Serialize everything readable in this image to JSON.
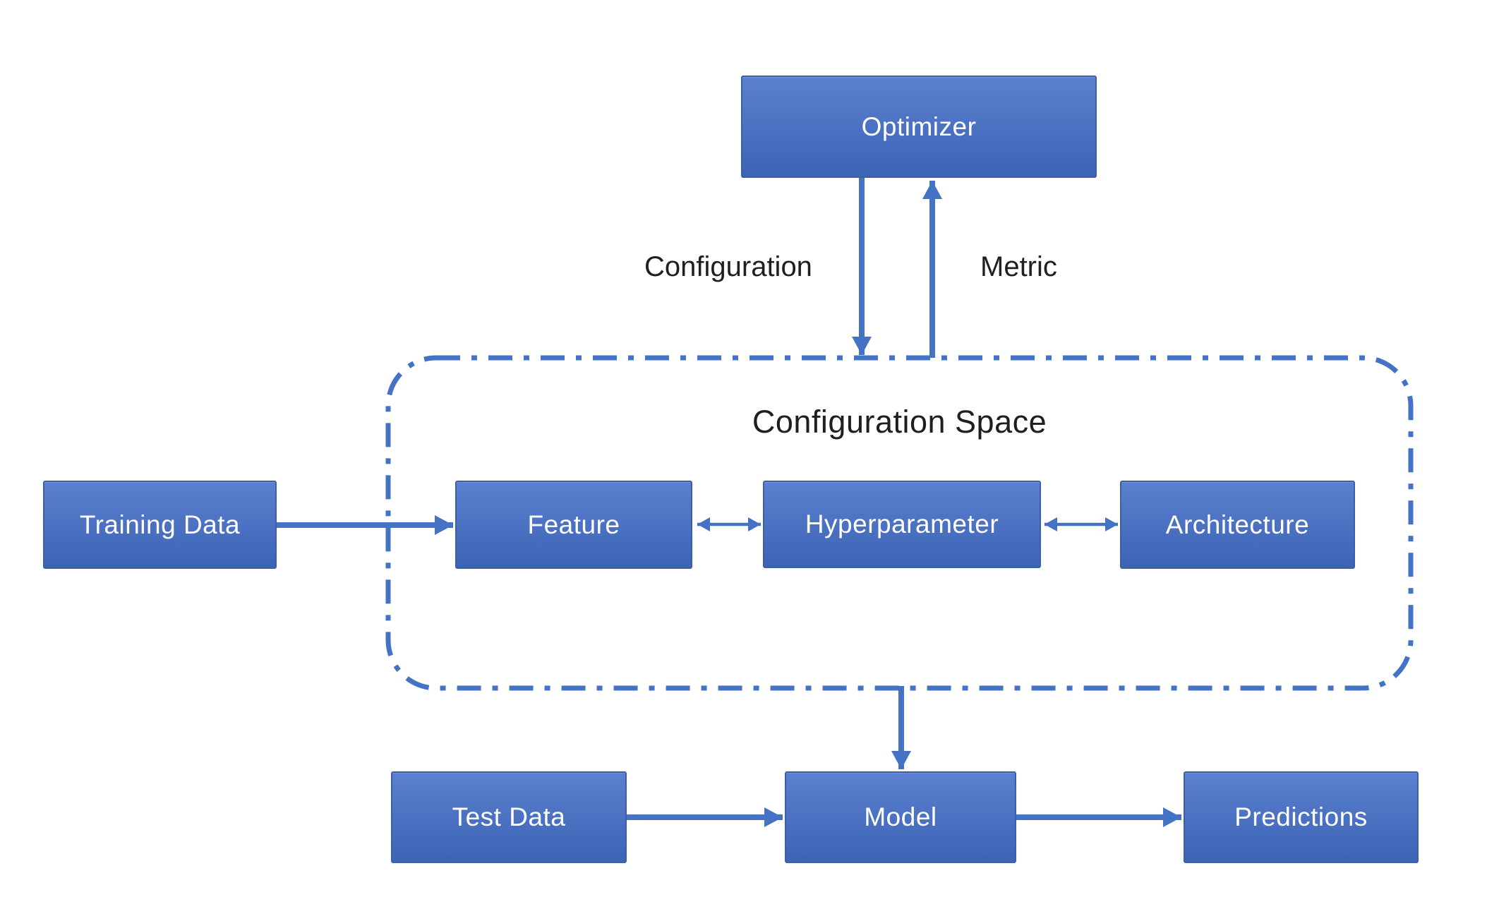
{
  "diagram": {
    "title": "Configuration Space",
    "nodes": {
      "optimizer": {
        "label": "Optimizer"
      },
      "training_data": {
        "label": "Training Data"
      },
      "feature": {
        "label": "Feature"
      },
      "hyperparameter": {
        "label": "Hyperparameter"
      },
      "architecture": {
        "label": "Architecture"
      },
      "test_data": {
        "label": "Test Data"
      },
      "model": {
        "label": "Model"
      },
      "predictions": {
        "label": "Predictions"
      }
    },
    "edge_labels": {
      "configuration": "Configuration",
      "metric": "Metric"
    },
    "edges": [
      {
        "from": "optimizer",
        "to": "configuration_space",
        "label": "Configuration",
        "direction": "down"
      },
      {
        "from": "configuration_space",
        "to": "optimizer",
        "label": "Metric",
        "direction": "up"
      },
      {
        "from": "training_data",
        "to": "feature",
        "direction": "right"
      },
      {
        "from": "feature",
        "to": "hyperparameter",
        "direction": "both"
      },
      {
        "from": "hyperparameter",
        "to": "architecture",
        "direction": "both"
      },
      {
        "from": "configuration_space",
        "to": "model",
        "direction": "down"
      },
      {
        "from": "test_data",
        "to": "model",
        "direction": "right"
      },
      {
        "from": "model",
        "to": "predictions",
        "direction": "right"
      }
    ],
    "colors": {
      "accent": "#4472C4",
      "node_fill_top": "#5b80cf",
      "node_fill_bottom": "#3d63b5",
      "node_border": "#3d5fa8",
      "node_text": "#ffffff",
      "label_text": "#1f1f1f",
      "background": "#ffffff"
    }
  }
}
